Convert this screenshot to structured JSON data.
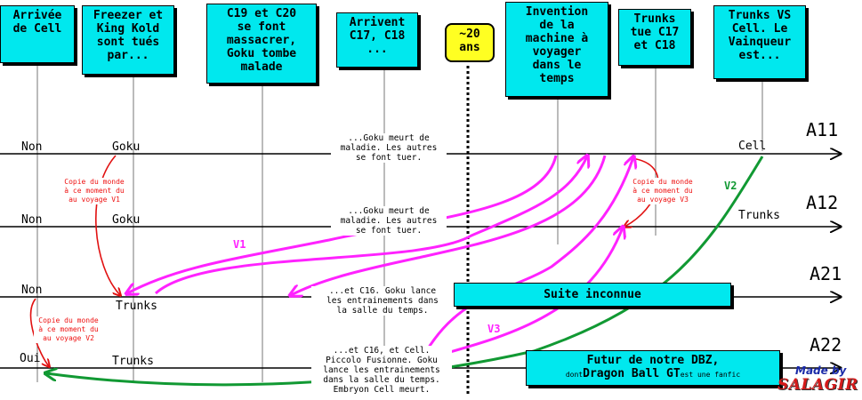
{
  "events": [
    {
      "id": "arrivee",
      "text": "Arrivée\nde Cell"
    },
    {
      "id": "freezer",
      "text": "Freezer et\nKing Kold\nsont tués\npar..."
    },
    {
      "id": "c19",
      "text": "C19 et C20\nse font\nmassacrer,\nGoku tombe\nmalade"
    },
    {
      "id": "arrivent",
      "text": "Arrivent\nC17, C18\n..."
    },
    {
      "id": "ans",
      "text": "~20\nans"
    },
    {
      "id": "invention",
      "text": "Invention\nde la\nmachine à\nvoyager\ndans le\ntemps"
    },
    {
      "id": "trunks_tue",
      "text": "Trunks\ntue C17\net C18"
    },
    {
      "id": "vs",
      "text": "Trunks VS\nCell. Le\nVainqueur\nest..."
    }
  ],
  "timelines": [
    {
      "name": "A11",
      "left": "Non",
      "mid": "Goku",
      "right": "Cell",
      "note": "...Goku meurt de\nmaladie. Les autres\nse font tuer."
    },
    {
      "name": "A12",
      "left": "Non",
      "mid": "Goku",
      "right": "Trunks",
      "note": "...Goku meurt de\nmaladie. Les autres\nse font tuer."
    },
    {
      "name": "A21",
      "left": "Non",
      "mid": "Trunks",
      "right": "",
      "note": "...et C16. Goku lance\nles entrainements dans\nla salle du temps."
    },
    {
      "name": "A22",
      "left": "Oui",
      "mid": "Trunks",
      "right": "",
      "note": "...et C16, et Cell.\nPiccolo Fusionne. Goku\nlance les entrainements\ndans la salle du temps.\nEmbryon Cell meurt."
    }
  ],
  "copies": {
    "v1": "Copie du monde\nà ce moment du\nau voyage V1",
    "v2": "Copie du monde\nà ce moment du\nau voyage V2",
    "v3": "Copie du monde\nà ce moment du\nau voyage V3"
  },
  "voyages": {
    "v1": "V1",
    "v2": "V2",
    "v3": "V3"
  },
  "suite": "Suite inconnue",
  "futur": {
    "line1": "Futur de notre DBZ,",
    "dont": "dont",
    "gt": "Dragon Ball GT",
    "rest": "est une fanfic"
  },
  "credit": {
    "made": "Made by",
    "author": "SALAGIR"
  },
  "colors": {
    "box": "#00e8ee",
    "year_box": "#ffff22",
    "voyage": "#ff22ff",
    "copy": "#e11111",
    "v2": "#119933"
  }
}
